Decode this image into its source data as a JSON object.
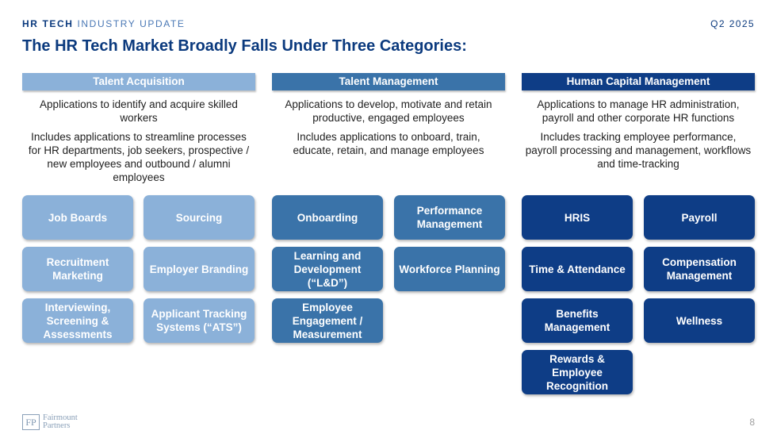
{
  "header": {
    "left_strong": "HR TECH",
    "left_light": " INDUSTRY UPDATE",
    "right": "Q2 2025",
    "title": "The HR Tech Market Broadly Falls Under Three Categories:"
  },
  "colors": {
    "talent_acquisition": "#8bb1d9",
    "talent_management": "#3a73a9",
    "human_capital_management": "#0e3d86",
    "title": "#0b3a7e"
  },
  "columns": [
    {
      "header": "Talent Acquisition",
      "desc1": "Applications to identify and acquire skilled workers",
      "desc2": "Includes applications to streamline processes for HR departments, job seekers, prospective / new employees and outbound / alumni employees",
      "tiles": [
        "Job Boards",
        "Sourcing",
        "Recruitment Marketing",
        "Employer Branding",
        "Interviewing, Screening & Assessments",
        "Applicant Tracking Systems (“ATS”)"
      ]
    },
    {
      "header": "Talent Management",
      "desc1": "Applications to develop, motivate and retain productive, engaged employees",
      "desc2": "Includes applications to onboard, train, educate, retain, and manage employees",
      "tiles": [
        "Onboarding",
        "Performance Management",
        "Learning and Development (“L&D”)",
        "Workforce Planning",
        "Employee Engagement / Measurement"
      ]
    },
    {
      "header": "Human Capital Management",
      "desc1": "Applications to manage HR administration, payroll and other corporate HR functions",
      "desc2": "Includes tracking employee performance, payroll processing and management, workflows and time-tracking",
      "tiles": [
        "HRIS",
        "Payroll",
        "Time & Attendance",
        "Compensation Management",
        "Benefits Management",
        "Wellness",
        "Rewards & Employee Recognition"
      ]
    }
  ],
  "footer": {
    "logo_mark": "FP",
    "logo_line1": "Fairmount",
    "logo_line2": "Partners",
    "page_number": "8"
  }
}
